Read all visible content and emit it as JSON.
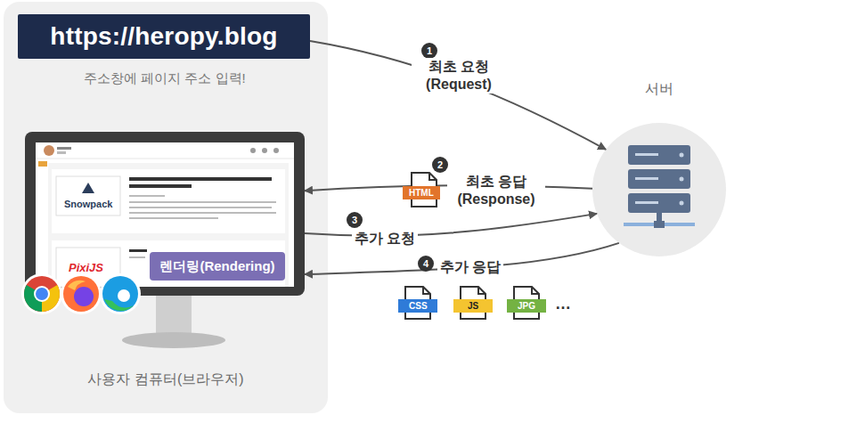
{
  "diagram": {
    "nodes": [
      {
        "text": [
          "사용자 컴퓨터(브라우저)"
        ]
      },
      {
        "text": [
          "https://heropy.blog"
        ],
        "in": 0
      },
      {
        "text": [
          "렌더링(Rendering)"
        ],
        "in": 0
      },
      {
        "text": [
          "서버"
        ]
      }
    ],
    "edges": [
      {
        "from": 1,
        "to": 3,
        "arrow": "to",
        "label": "최초 요청 (Request)"
      },
      {
        "from": 3,
        "to": 2,
        "arrow": "to",
        "label": "최초 응답 (Response)"
      },
      {
        "from": 2,
        "to": 3,
        "arrow": "to",
        "label": "추가 요청"
      },
      {
        "from": 3,
        "to": 2,
        "arrow": "to",
        "label": "추가 응답"
      }
    ],
    "labels": [
      "주소창에 페이지 주소 입력!",
      "1",
      "2",
      "3",
      "4",
      "HTML",
      "CSS",
      "JS",
      "JPG",
      "…",
      "Snowpack",
      "PixiJS"
    ]
  }
}
